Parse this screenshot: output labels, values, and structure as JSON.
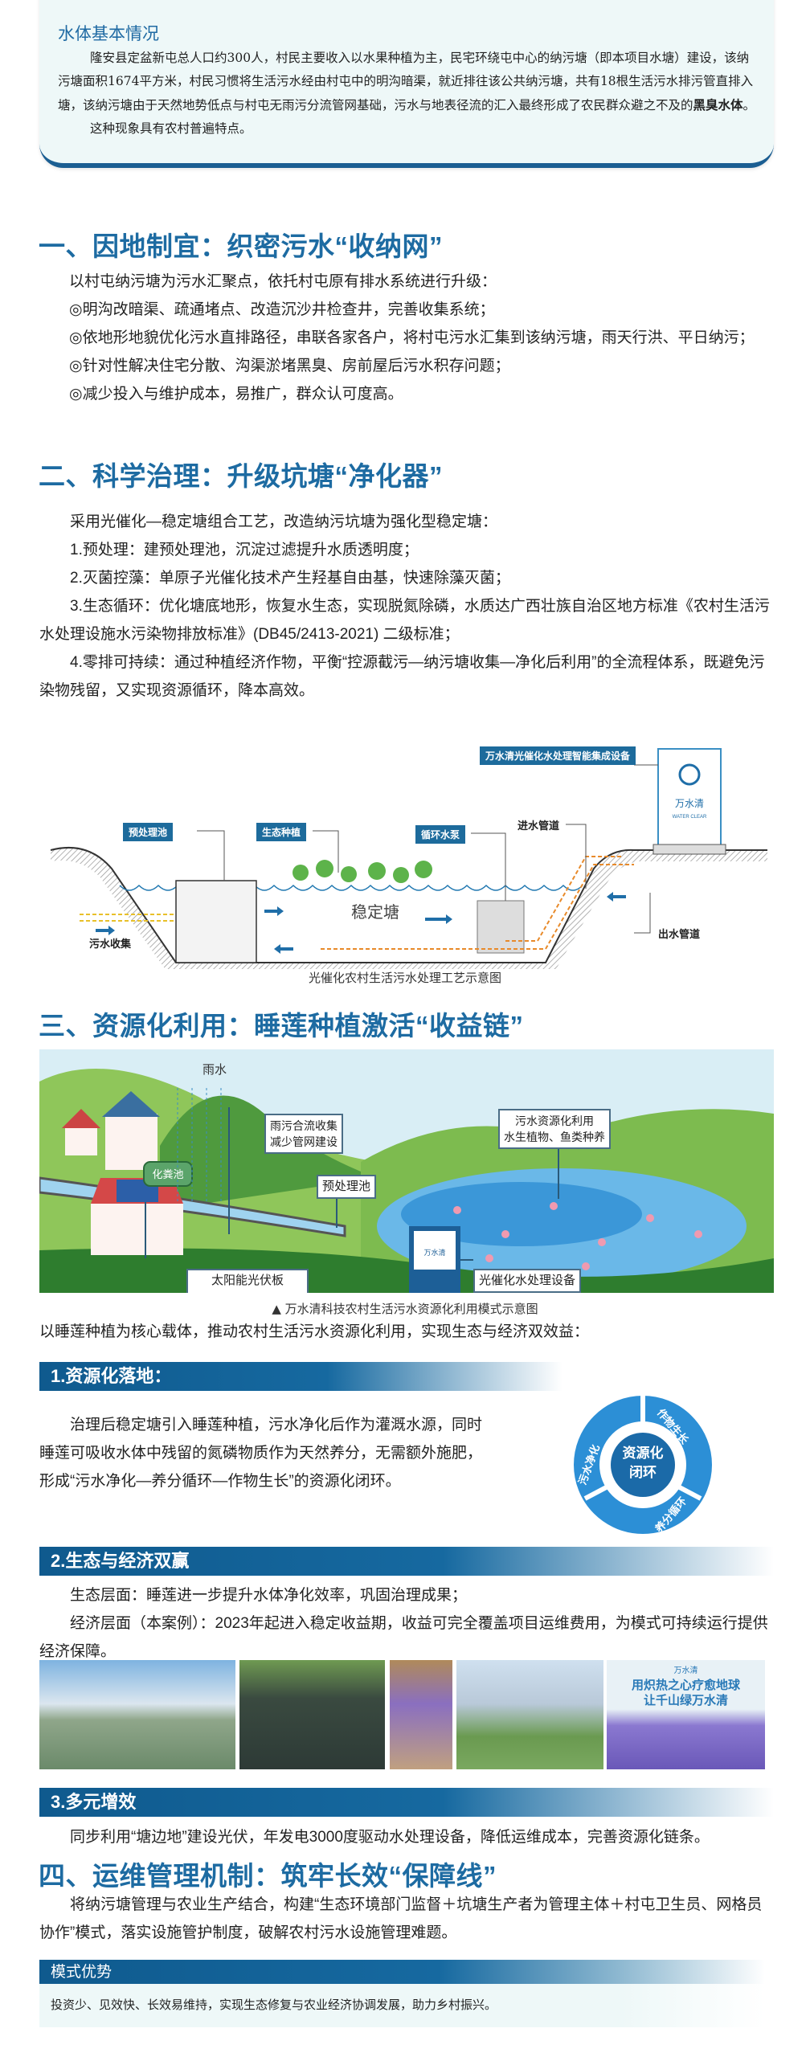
{
  "intro_card": {
    "title": "水体基本情况",
    "paragraph1": "隆安县定盆新屯总人口约300人，村民主要收入以水果种植为主，民宅环绕屯中心的纳污塘（即本项目水塘）建设，该纳污塘面积1674平方米，村民习惯将生活污水经由村屯中的明沟暗渠，就近排往该公共纳污塘，共有18根生活污水排污管直排入塘，该纳污塘由于天然地势低点与村屯无雨污分流管网基础，污水与地表径流的汇入最终形成了农民群众避之不及的",
    "paragraph1_bold": "黑臭水体",
    "paragraph1_end": "。",
    "paragraph2": "这种现象具有农村普遍特点。"
  },
  "section1": {
    "title": "一、因地制宜：织密污水“收纳网”",
    "lines": [
      "以村屯纳污塘为污水汇聚点，依托村屯原有排水系统进行升级：",
      "◎明沟改暗渠、疏通堵点、改造沉沙井检查井，完善收集系统；",
      "◎依地形地貌优化污水直排路径，串联各家各户，将村屯污水汇集到该纳污塘，雨天行洪、平日纳污；",
      "◎针对性解决住宅分散、沟渠淤堵黑臭、房前屋后污水积存问题；",
      "◎减少投入与维护成本，易推广，群众认可度高。"
    ]
  },
  "section2": {
    "title": "二、科学治理：升级坑塘“净化器”",
    "intro": "采用光催化—稳定塘组合工艺，改造纳污坑塘为强化型稳定塘：",
    "items": [
      "1.预处理：建预处理池，沉淀过滤提升水质透明度；",
      "2.灭菌控藻：单原子光催化技术产生羟基自由基，快速除藻灭菌；",
      "3.生态循环：优化塘底地形，恢复水生态，实现脱氮除磷，水质达广西壮族自治区地方标准《农村生活污水处理设施水污染物排放标准》(DB45/2413-2021) 二级标准；",
      "4.零排可持续：通过种植经济作物，平衡“控源截污—纳污塘收集—净化后利用”的全流程体系，既避免污染物残留，又实现资源循环，降本高效。"
    ],
    "diagram": {
      "labels": {
        "device": "万水清光催化水处理智能集成设备",
        "pretreat": "预处理池",
        "planting": "生态种植",
        "pump": "循环水泵",
        "inlet": "进水管道",
        "outlet": "出水管道",
        "pond": "稳定塘",
        "collect": "污水收集",
        "brand": "万水清",
        "brand_en": "WATER CLEAR"
      },
      "caption": "光催化农村生活污水处理工艺示意图"
    }
  },
  "section3": {
    "title": "三、资源化利用：睡莲种植激活“收益链”",
    "illustration": {
      "labels": {
        "rain": "雨水",
        "combined": "雨污合流收集\n减少管网建设",
        "reuse": "污水资源化利用\n水生植物、鱼类种养",
        "septic": "化粪池",
        "pretreat": "预处理池",
        "solar": "太阳能光伏板",
        "device": "光催化水处理设备",
        "brand": "万水清"
      },
      "caption": "▲ 万水清科技农村生活污水资源化利用模式示意图"
    },
    "intro": "以睡莲种植为核心载体，推动农村生活污水资源化利用，实现生态与经济双效益：",
    "sub1": {
      "title": "1.资源化落地：",
      "text": "治理后稳定塘引入睡莲种植，污水净化后作为灌溉水源，同时睡莲可吸收水体中残留的氮磷物质作为天然养分，无需额外施肥，形成“污水净化—养分循环—作物生长”的资源化闭环。"
    },
    "cycle": {
      "center": "资源化\n闭环",
      "a": "作物生长",
      "b": "养分循环",
      "c": "污水净化"
    },
    "sub2": {
      "title": "2.生态与经济双赢",
      "lines": [
        "生态层面：睡莲进一步提升水体净化效率，巩固治理成果；",
        "经济层面（本案例）：2023年起进入稳定收益期，收益可完全覆盖项目运维费用，为模式可持续运行提供经济保障。"
      ]
    },
    "photo_banner": "用炽热之心疗愈地球\n让千山绿万水清",
    "photo_brand": "万水清",
    "sub3": {
      "title": "3.多元增效",
      "text": "同步利用“塘边地”建设光伏，年发电3000度驱动水处理设备，降低运维成本，完善资源化链条。"
    }
  },
  "section4": {
    "title": "四、运维管理机制：筑牢长效“保障线”",
    "text": "将纳污塘管理与农业生产结合，构建“生态环境部门监督＋坑塘生产者为管理主体＋村屯卫生员、网格员协作”模式，落实设施管护制度，破解农村污水设施管理难题。"
  },
  "advantage": {
    "title": "模式优势",
    "text": "投资少、见效快、长效易维持，实现生态修复与农业经济协调发展，助力乡村振兴。"
  },
  "colors": {
    "title_blue": "#1d6ba2",
    "bar_blue": "#0f5a8e",
    "card_bg": "#eef8f8"
  }
}
